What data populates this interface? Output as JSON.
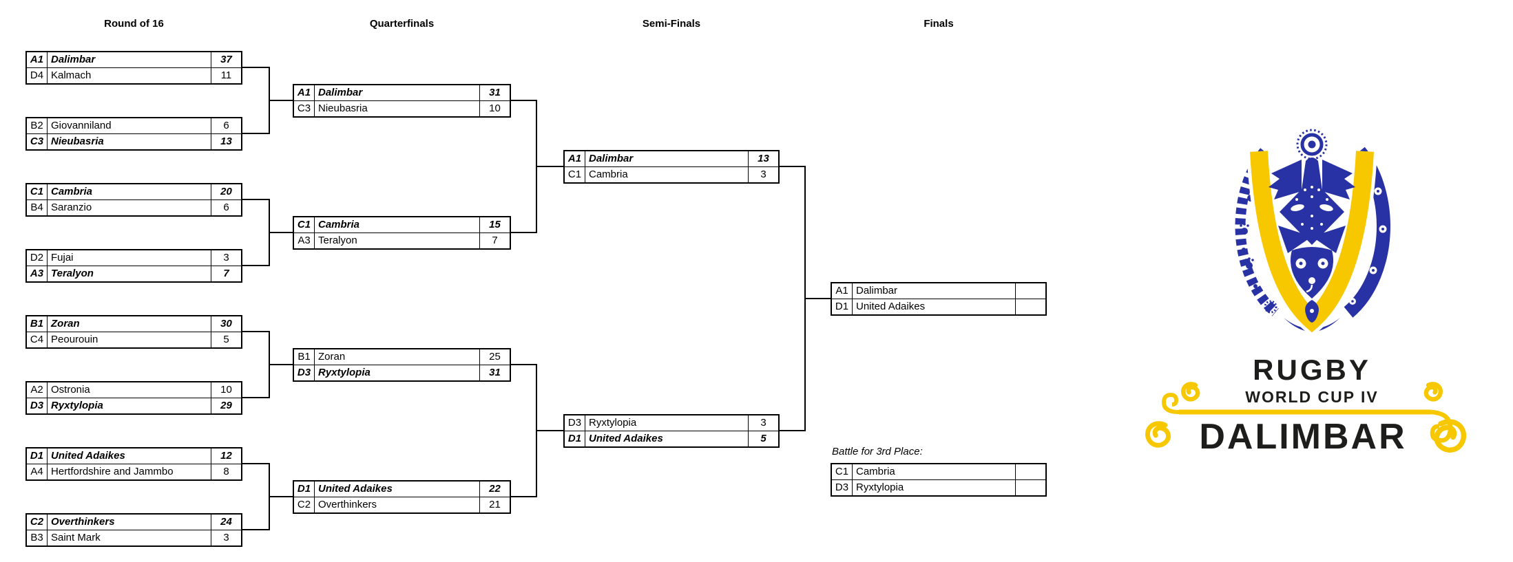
{
  "title": "Rugby World Cup IV Dalimbar — Tournament Bracket",
  "colors": {
    "brand_blue": "#2832a4",
    "brand_yellow": "#f7c800",
    "brand_black": "#1d1d1b"
  },
  "rounds": [
    {
      "label": "Round of 16",
      "matches": [
        {
          "teams": [
            {
              "seed": "A1",
              "name": "Dalimbar",
              "score": "37",
              "winner": true
            },
            {
              "seed": "D4",
              "name": "Kalmach",
              "score": "11",
              "winner": false
            }
          ]
        },
        {
          "teams": [
            {
              "seed": "B2",
              "name": "Giovanniland",
              "score": "6",
              "winner": false
            },
            {
              "seed": "C3",
              "name": "Nieubasria",
              "score": "13",
              "winner": true
            }
          ]
        },
        {
          "teams": [
            {
              "seed": "C1",
              "name": "Cambria",
              "score": "20",
              "winner": true
            },
            {
              "seed": "B4",
              "name": "Saranzio",
              "score": "6",
              "winner": false
            }
          ]
        },
        {
          "teams": [
            {
              "seed": "D2",
              "name": "Fujai",
              "score": "3",
              "winner": false
            },
            {
              "seed": "A3",
              "name": "Teralyon",
              "score": "7",
              "winner": true
            }
          ]
        },
        {
          "teams": [
            {
              "seed": "B1",
              "name": "Zoran",
              "score": "30",
              "winner": true
            },
            {
              "seed": "C4",
              "name": "Peourouin",
              "score": "5",
              "winner": false
            }
          ]
        },
        {
          "teams": [
            {
              "seed": "A2",
              "name": "Ostronia",
              "score": "10",
              "winner": false
            },
            {
              "seed": "D3",
              "name": "Ryxtylopia",
              "score": "29",
              "winner": true
            }
          ]
        },
        {
          "teams": [
            {
              "seed": "D1",
              "name": "United Adaikes",
              "score": "12",
              "winner": true
            },
            {
              "seed": "A4",
              "name": "Hertfordshire and Jammbo",
              "score": "8",
              "winner": false
            }
          ]
        },
        {
          "teams": [
            {
              "seed": "C2",
              "name": "Overthinkers",
              "score": "24",
              "winner": true
            },
            {
              "seed": "B3",
              "name": "Saint Mark",
              "score": "3",
              "winner": false
            }
          ]
        }
      ]
    },
    {
      "label": "Quarterfinals",
      "matches": [
        {
          "teams": [
            {
              "seed": "A1",
              "name": "Dalimbar",
              "score": "31",
              "winner": true
            },
            {
              "seed": "C3",
              "name": "Nieubasria",
              "score": "10",
              "winner": false
            }
          ]
        },
        {
          "teams": [
            {
              "seed": "C1",
              "name": "Cambria",
              "score": "15",
              "winner": true
            },
            {
              "seed": "A3",
              "name": "Teralyon",
              "score": "7",
              "winner": false
            }
          ]
        },
        {
          "teams": [
            {
              "seed": "B1",
              "name": "Zoran",
              "score": "25",
              "winner": false
            },
            {
              "seed": "D3",
              "name": "Ryxtylopia",
              "score": "31",
              "winner": true
            }
          ]
        },
        {
          "teams": [
            {
              "seed": "D1",
              "name": "United Adaikes",
              "score": "22",
              "winner": true
            },
            {
              "seed": "C2",
              "name": "Overthinkers",
              "score": "21",
              "winner": false
            }
          ]
        }
      ]
    },
    {
      "label": "Semi-Finals",
      "matches": [
        {
          "teams": [
            {
              "seed": "A1",
              "name": "Dalimbar",
              "score": "13",
              "winner": true
            },
            {
              "seed": "C1",
              "name": "Cambria",
              "score": "3",
              "winner": false
            }
          ]
        },
        {
          "teams": [
            {
              "seed": "D3",
              "name": "Ryxtylopia",
              "score": "3",
              "winner": false
            },
            {
              "seed": "D1",
              "name": "United Adaikes",
              "score": "5",
              "winner": true
            }
          ]
        }
      ]
    },
    {
      "label": "Finals",
      "matches": [
        {
          "teams": [
            {
              "seed": "A1",
              "name": "Dalimbar",
              "score": "",
              "winner": false
            },
            {
              "seed": "D1",
              "name": "United Adaikes",
              "score": "",
              "winner": false
            }
          ]
        }
      ]
    }
  ],
  "third_place": {
    "label": "Battle for 3rd Place:",
    "match": {
      "teams": [
        {
          "seed": "C1",
          "name": "Cambria",
          "score": "",
          "winner": false
        },
        {
          "seed": "D3",
          "name": "Ryxtylopia",
          "score": "",
          "winner": false
        }
      ]
    }
  },
  "logo": {
    "line1": "RUGBY",
    "line2": "WORLD CUP IV",
    "line3": "DALIMBAR"
  }
}
